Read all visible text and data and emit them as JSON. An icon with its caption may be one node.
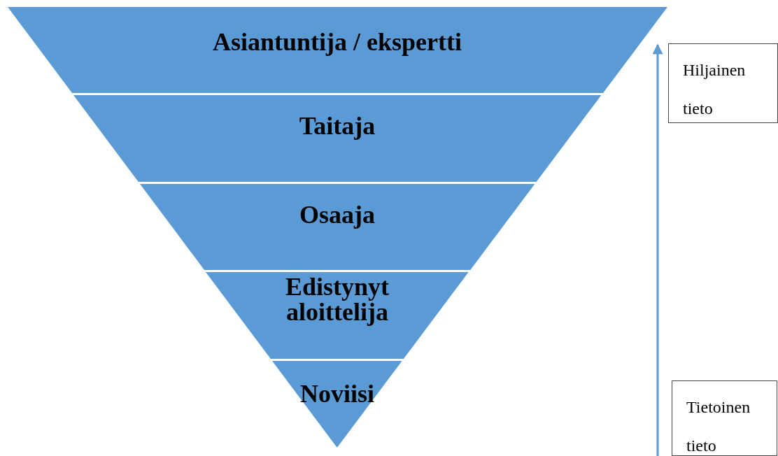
{
  "diagram": {
    "nodes": [
      {
        "text": [
          "Asiantuntija / ekspertti"
        ]
      },
      {
        "text": [
          "Taitaja"
        ]
      },
      {
        "text": [
          "Osaaja"
        ]
      },
      {
        "text": [
          "Edistynyt aloittelija"
        ]
      },
      {
        "text": [
          "Noviisi"
        ]
      },
      {
        "text": [
          "Hiljainen tieto"
        ]
      },
      {
        "text": [
          "Tietoinen tieto"
        ]
      }
    ],
    "edges": []
  }
}
